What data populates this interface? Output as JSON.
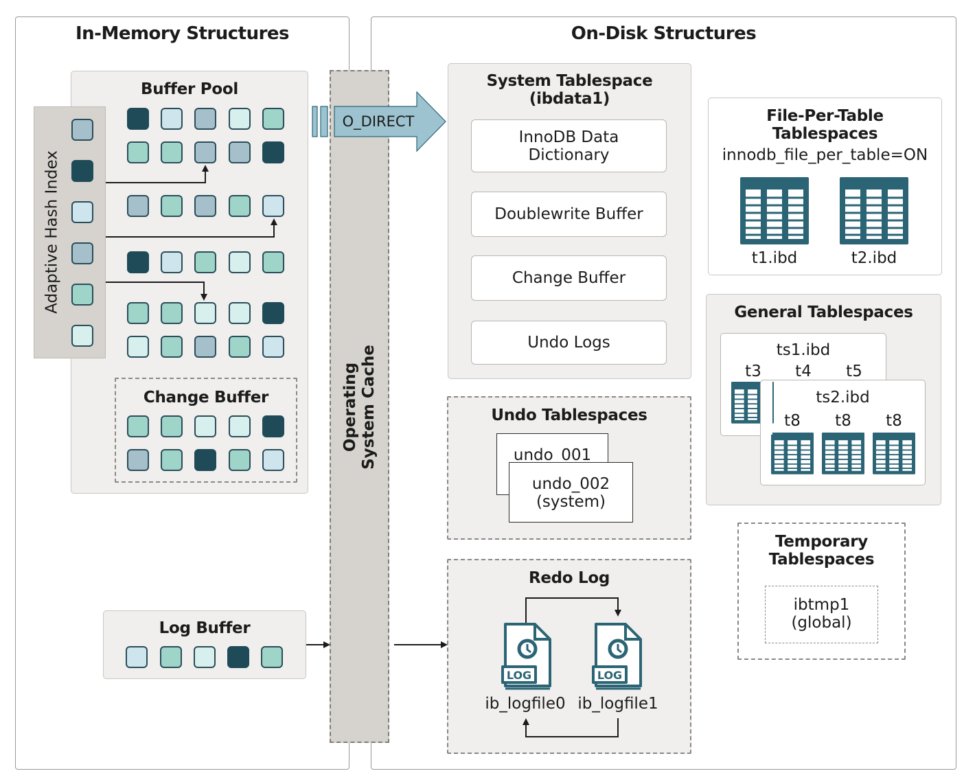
{
  "sections": {
    "in_memory_title": "In-Memory Structures",
    "on_disk_title": "On-Disk Structures"
  },
  "buffer_pool": {
    "title": "Buffer Pool",
    "hash_index_label": "Adaptive Hash Index",
    "hash_index_cells": [
      "slate",
      "dark",
      "ice",
      "slate",
      "teal",
      "mint"
    ],
    "rows": [
      [
        "dark",
        "ice",
        "slate",
        "mint",
        "teal"
      ],
      [
        "teal",
        "teal",
        "slate",
        "slate",
        "dark"
      ],
      [
        "slate",
        "teal",
        "slate",
        "teal",
        "ice"
      ],
      [
        "dark",
        "ice",
        "teal",
        "mint",
        "teal"
      ],
      [
        "teal",
        "teal",
        "mint",
        "mint",
        "dark"
      ],
      [
        "mint",
        "teal",
        "slate",
        "teal",
        "ice"
      ]
    ],
    "change_buffer": {
      "title": "Change Buffer",
      "rows": [
        [
          "teal",
          "teal",
          "mint",
          "mint",
          "dark"
        ],
        [
          "slate",
          "teal",
          "dark",
          "teal",
          "ice"
        ]
      ]
    }
  },
  "log_buffer": {
    "title": "Log Buffer",
    "cells": [
      "ice",
      "teal",
      "mint",
      "dark",
      "teal"
    ]
  },
  "os_cache": {
    "label_line1": "Operating",
    "label_line2": "System Cache",
    "o_direct": "O_DIRECT"
  },
  "system_tablespace": {
    "title_line1": "System Tablespace",
    "title_line2": "(ibdata1)",
    "items": [
      {
        "line1": "InnoDB Data",
        "line2": "Dictionary"
      },
      {
        "line1": "Doublewrite Buffer",
        "line2": ""
      },
      {
        "line1": "Change Buffer",
        "line2": ""
      },
      {
        "line1": "Undo Logs",
        "line2": ""
      }
    ]
  },
  "undo_tablespaces": {
    "title": "Undo Tablespaces",
    "file1": "undo_001",
    "file2_line1": "undo_002",
    "file2_line2": "(system)"
  },
  "redo_log": {
    "title": "Redo Log",
    "file0": "ib_logfile0",
    "file1": "ib_logfile1",
    "badge": "LOG"
  },
  "file_per_table": {
    "title_line1": "File-Per-Table",
    "title_line2": "Tablespaces",
    "setting": "innodb_file_per_table=ON",
    "files": [
      "t1.ibd",
      "t2.ibd"
    ]
  },
  "general_tablespaces": {
    "title": "General Tablespaces",
    "ts1": {
      "name": "ts1.ibd",
      "tables": [
        "t3",
        "t4",
        "t5"
      ]
    },
    "ts2": {
      "name": "ts2.ibd",
      "tables": [
        "t8",
        "t8",
        "t8"
      ]
    }
  },
  "temporary_tablespaces": {
    "title_line1": "Temporary",
    "title_line2": "Tablespaces",
    "file_line1": "ibtmp1",
    "file_line2": "(global)"
  },
  "colors": {
    "dark": "#1f4a58",
    "slate": "#a6c0cb",
    "teal": "#9fd4c9",
    "ice": "#cfe5ee",
    "mint": "#d8f0ed",
    "arrow_fill": "#9cc3cf"
  }
}
